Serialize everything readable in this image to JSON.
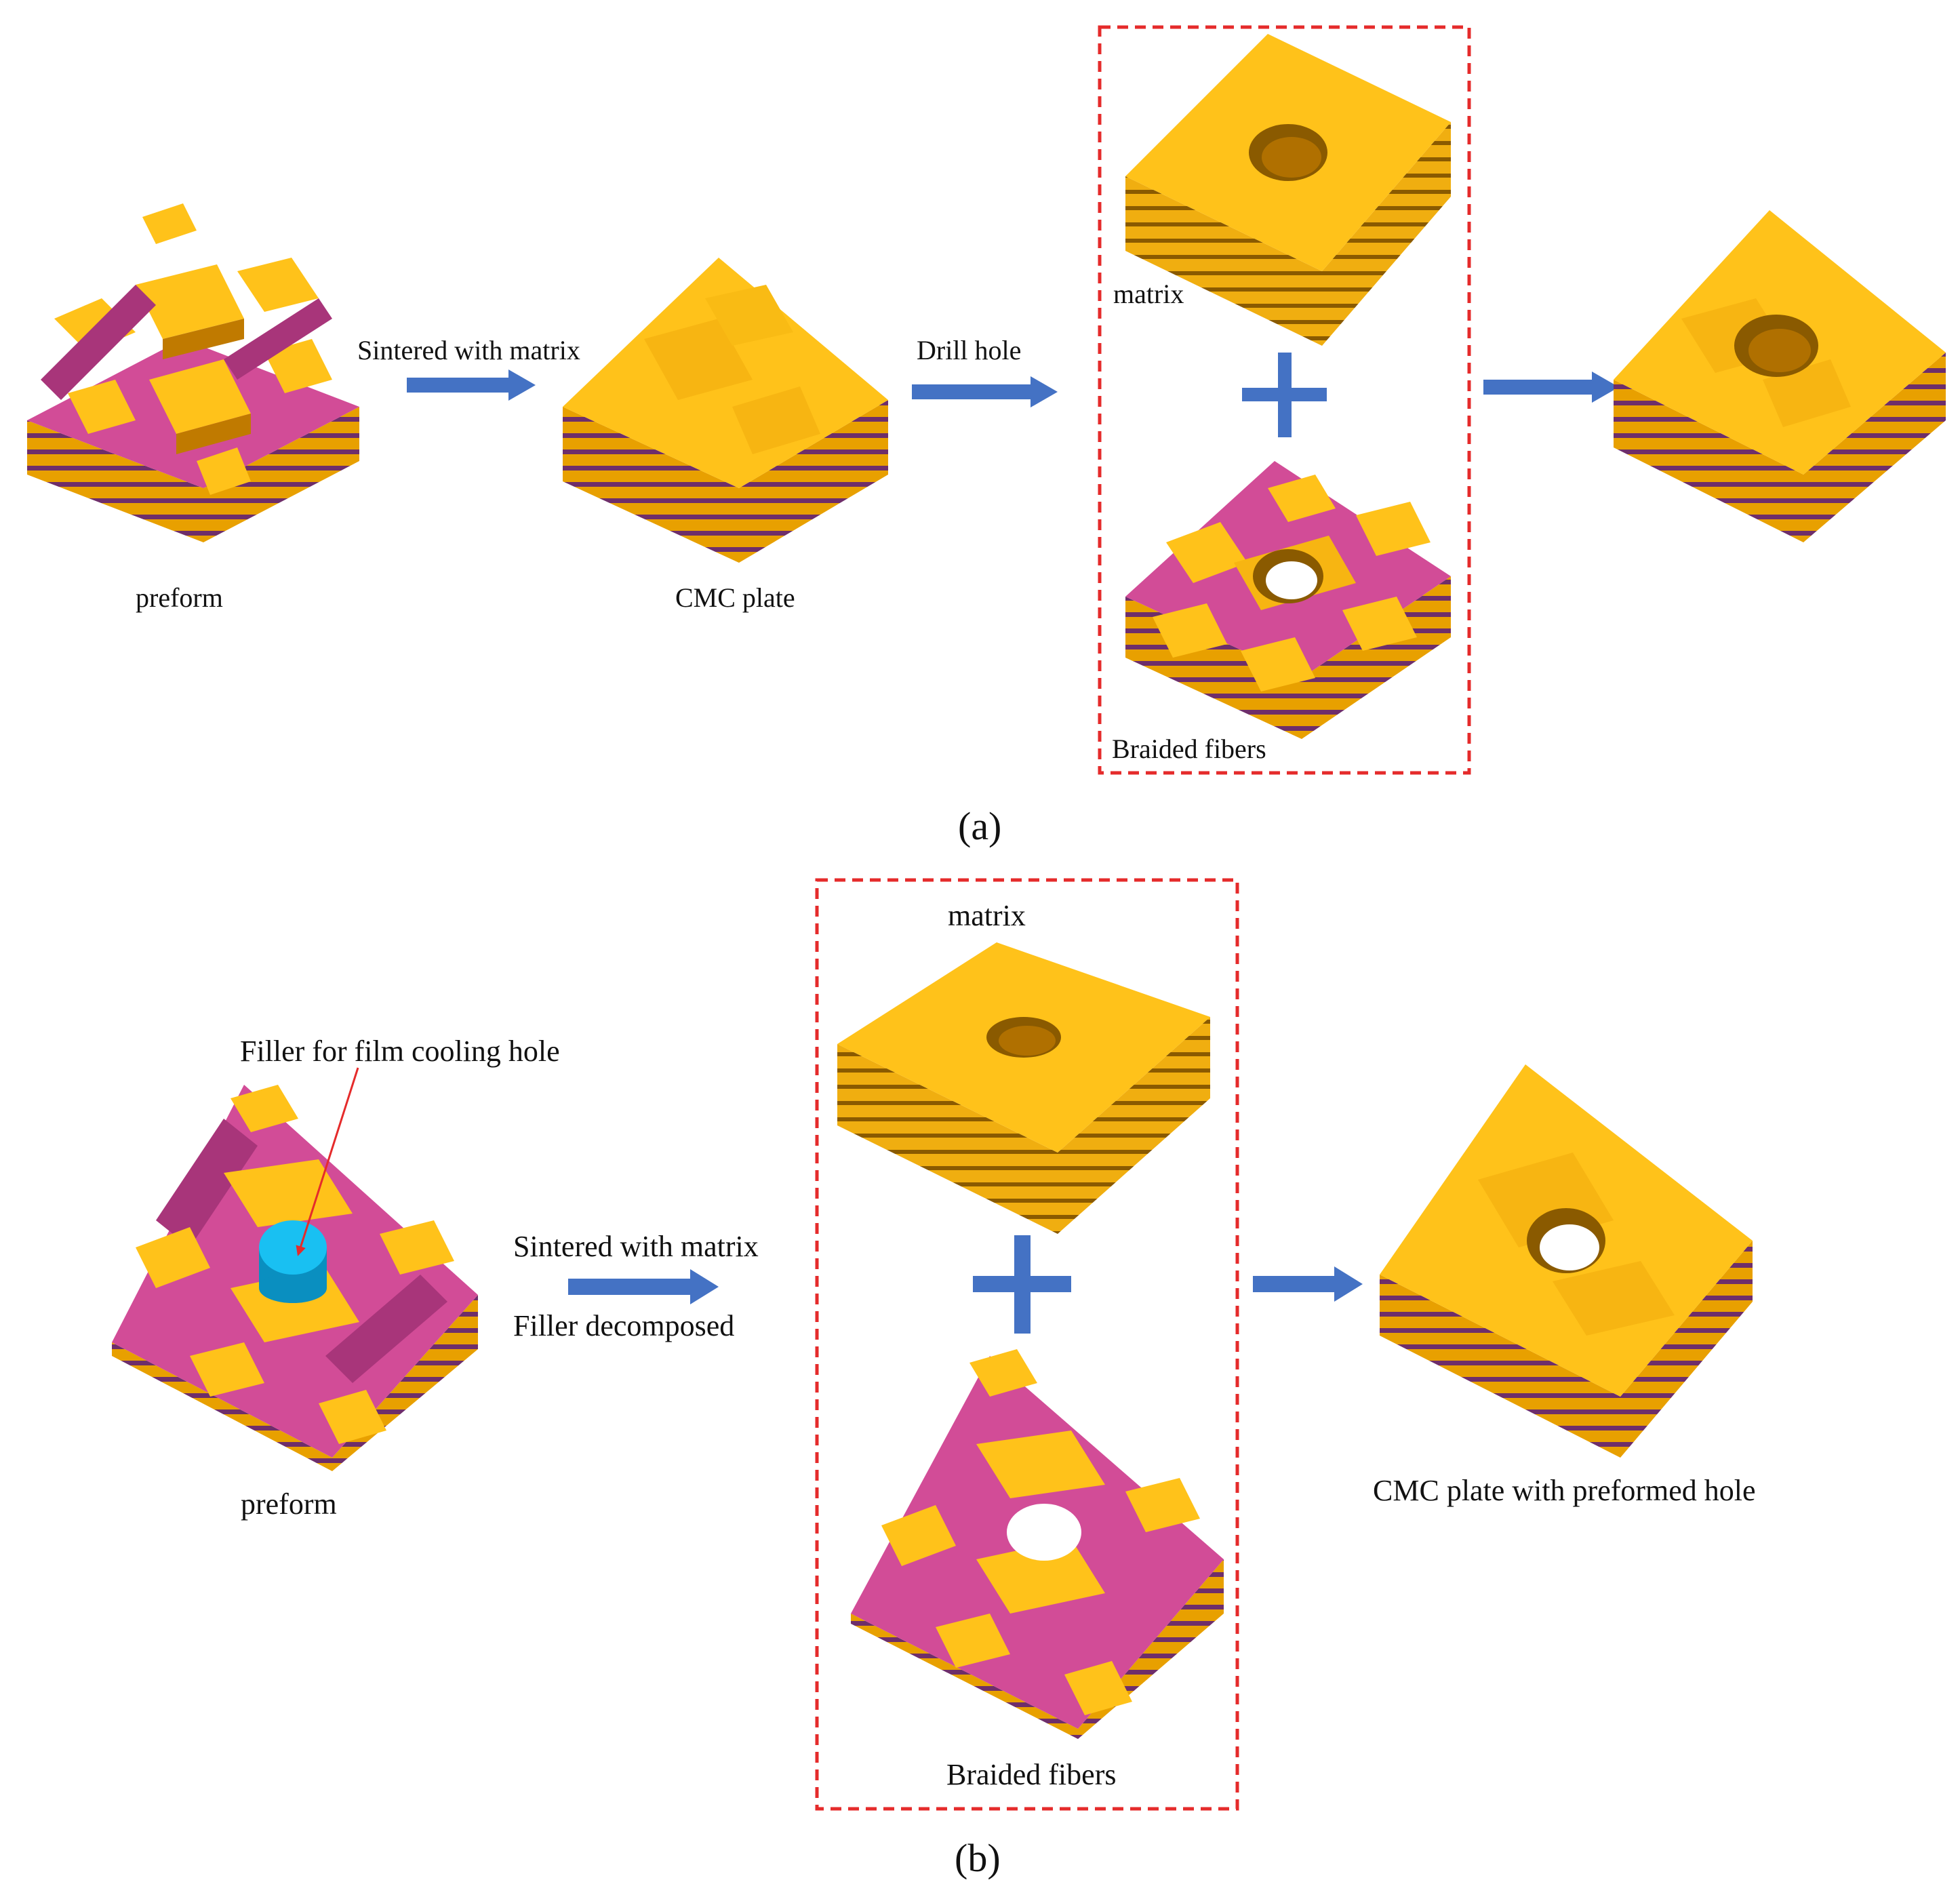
{
  "colors": {
    "gold_top": "#FFC21A",
    "gold_side": "#E8A000",
    "gold_dark": "#C07A00",
    "pink": "#D24C97",
    "pink_dark": "#A8357A",
    "layer_purple": "#6E2E6A",
    "arrow": "#4472C4",
    "dash": "#E52B2B",
    "filler": "#19C0F2",
    "filler_side": "#0A8FC0",
    "hole": "#8A5A00"
  },
  "panel_a": {
    "preform_label": "preform",
    "step1_label": "Sintered with matrix",
    "plate_label": "CMC plate",
    "step2_label": "Drill hole",
    "matrix_label": "matrix",
    "fibers_label": "Braided fibers",
    "caption": "(a)"
  },
  "panel_b": {
    "filler_label": "Filler for film cooling hole",
    "preform_label": "preform",
    "step1_label": "Sintered with matrix",
    "step2_label": "Filler decomposed",
    "matrix_label": "matrix",
    "fibers_label": "Braided fibers",
    "result_label": "CMC plate with preformed hole",
    "caption": "(b)"
  },
  "icons": [
    "plus-icon",
    "arrow-right-icon"
  ]
}
